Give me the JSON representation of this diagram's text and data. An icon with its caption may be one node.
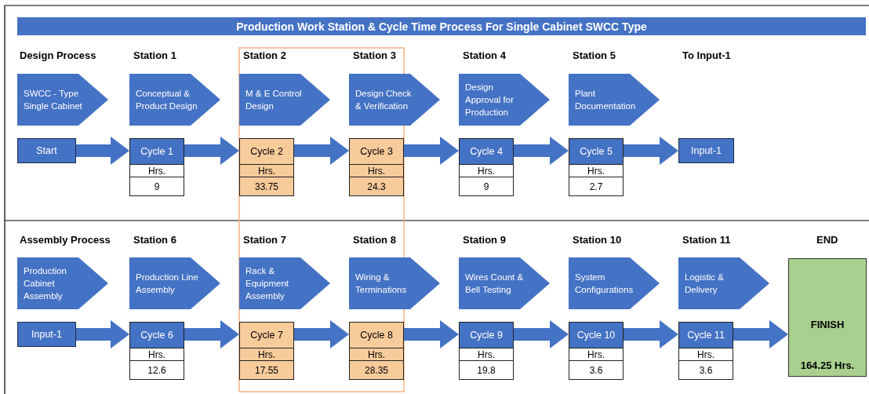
{
  "diagram": {
    "title": "Production Work Station & Cycle Time Process For Single Cabinet SWCC Type",
    "nodes": [
      {
        "text": [
          "SWCC - Type Single Cabinet"
        ]
      },
      {
        "text": [
          "Conceptual & Product Design"
        ]
      },
      {
        "text": [
          "M & E Control Design"
        ]
      },
      {
        "text": [
          "Design Check & Verification"
        ]
      },
      {
        "text": [
          "Design Approval for Production"
        ]
      },
      {
        "text": [
          "Plant Documentation"
        ]
      },
      {
        "text": [
          "Start"
        ]
      },
      {
        "text": [
          "Cycle 1",
          "Hrs.",
          "9"
        ]
      },
      {
        "text": [
          "Cycle 2",
          "Hrs.",
          "33.75"
        ]
      },
      {
        "text": [
          "Cycle 3",
          "Hrs.",
          "24.3"
        ]
      },
      {
        "text": [
          "Cycle 4",
          "Hrs.",
          "9"
        ]
      },
      {
        "text": [
          "Cycle 5",
          "Hrs.",
          "2.7"
        ]
      },
      {
        "text": [
          "Input-1"
        ]
      },
      {
        "text": [
          "Production Cabinet Assembly"
        ]
      },
      {
        "text": [
          "Production Line Assembly"
        ]
      },
      {
        "text": [
          "Rack & Equipment Assembly"
        ]
      },
      {
        "text": [
          "Wiring & Terminations"
        ]
      },
      {
        "text": [
          "Wires Count & Bell Testing"
        ]
      },
      {
        "text": [
          "System Configurations"
        ]
      },
      {
        "text": [
          "Logistic & Delivery"
        ]
      },
      {
        "text": [
          "Input-1"
        ]
      },
      {
        "text": [
          "Cycle 6",
          "Hrs.",
          "12.6"
        ]
      },
      {
        "text": [
          "Cycle 7",
          "Hrs.",
          "17.55"
        ]
      },
      {
        "text": [
          "Cycle 8",
          "Hrs.",
          "28.35"
        ]
      },
      {
        "text": [
          "Cycle 9",
          "Hrs.",
          "19.8"
        ]
      },
      {
        "text": [
          "Cycle 10",
          "Hrs.",
          "3.6"
        ]
      },
      {
        "text": [
          "Cycle 11",
          "Hrs.",
          "3.6"
        ]
      },
      {
        "text": [
          "FINISH",
          "164.25 Hrs."
        ]
      }
    ],
    "edges": [
      {
        "from": 6,
        "to": 7,
        "arrow": "to"
      },
      {
        "from": 7,
        "to": 8,
        "arrow": "to"
      },
      {
        "from": 8,
        "to": 9,
        "arrow": "to"
      },
      {
        "from": 9,
        "to": 10,
        "arrow": "to"
      },
      {
        "from": 10,
        "to": 11,
        "arrow": "to"
      },
      {
        "from": 11,
        "to": 12,
        "arrow": "to"
      },
      {
        "from": 20,
        "to": 21,
        "arrow": "to"
      },
      {
        "from": 21,
        "to": 22,
        "arrow": "to"
      },
      {
        "from": 22,
        "to": 23,
        "arrow": "to"
      },
      {
        "from": 23,
        "to": 24,
        "arrow": "to"
      },
      {
        "from": 24,
        "to": 25,
        "arrow": "to"
      },
      {
        "from": 25,
        "to": 26,
        "arrow": "to"
      },
      {
        "from": 26,
        "to": 27,
        "arrow": "to"
      }
    ],
    "labels": [
      "Design Process",
      "Station 1",
      "Station 2",
      "Station 3",
      "Station 4",
      "Station 5",
      "To Input-1",
      "Assembly Process",
      "Station 6",
      "Station 7",
      "Station 8",
      "Station 9",
      "Station 10",
      "Station 11",
      "END"
    ]
  }
}
